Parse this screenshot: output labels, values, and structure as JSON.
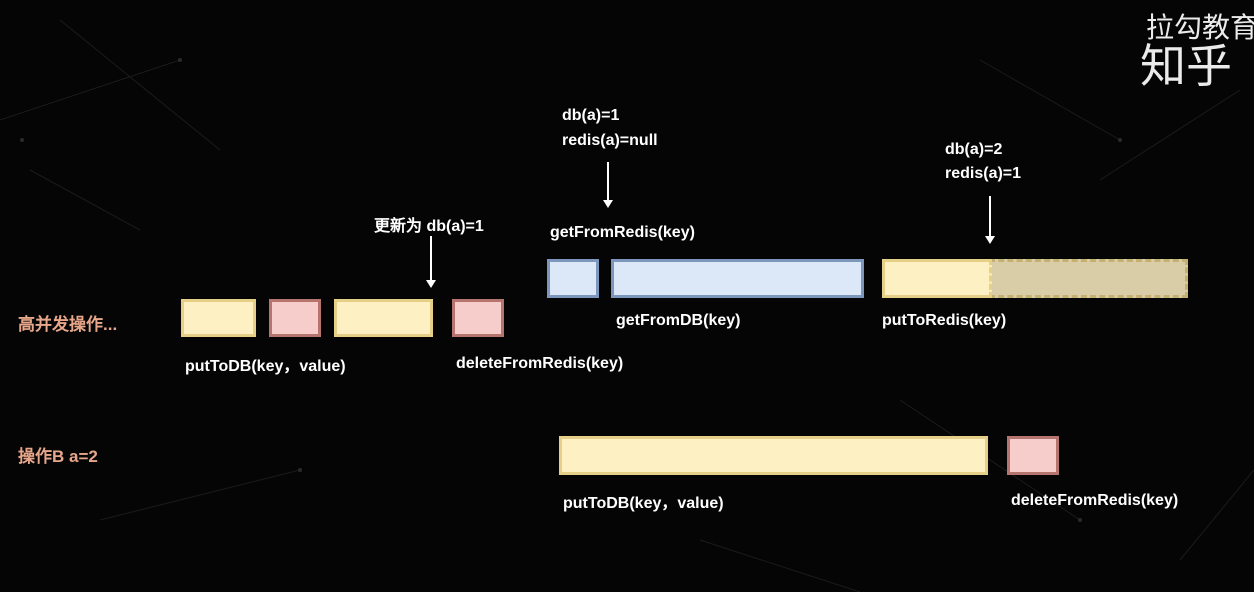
{
  "watermark": {
    "top": "拉勾教育",
    "bottom": "知乎"
  },
  "rows": {
    "concurrent": "高并发操作...",
    "op_b": "操作B  a=2"
  },
  "annotations": {
    "update_db": "更新为 db(a)=1",
    "state1_db": "db(a)=1",
    "state1_redis": "redis(a)=null",
    "get_from_redis": "getFromRedis(key)",
    "state2_db": "db(a)=2",
    "state2_redis": "redis(a)=1"
  },
  "labels": {
    "put_to_db_a": "putToDB(key，value)",
    "delete_from_redis_a": "deleteFromRedis(key)",
    "get_from_db": "getFromDB(key)",
    "put_to_redis": "putToRedis(key)",
    "put_to_db_b": "putToDB(key，value)",
    "delete_from_redis_b": "deleteFromRedis(key)"
  }
}
